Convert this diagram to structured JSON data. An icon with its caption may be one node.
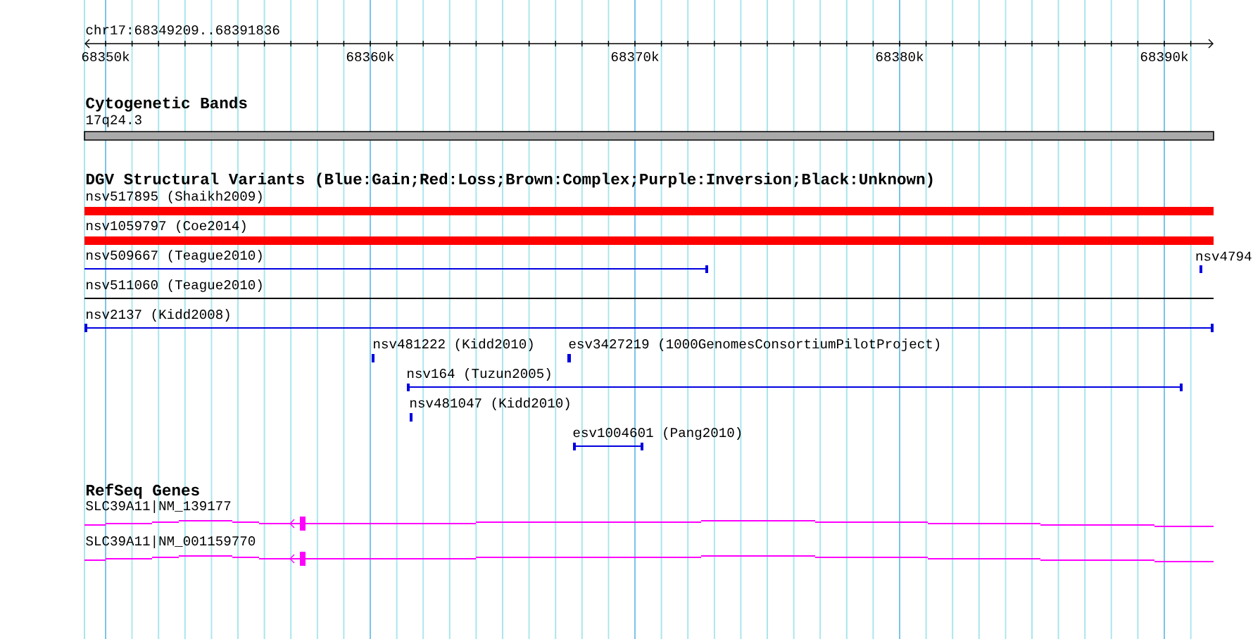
{
  "diagram": {
    "labels": [
      "chr17:68349209..68391836",
      "68350k",
      "68360k",
      "68370k",
      "68380k",
      "68390k",
      "Cytogenetic Bands",
      "17q24.3",
      "DGV Structural Variants (Blue:Gain;Red:Loss;Brown:Complex;Purple:Inversion;Black:Unknown)",
      "nsv517895 (Shaikh2009)",
      "nsv1059797 (Coe2014)",
      "nsv509667 (Teague2010)",
      "nsv4794",
      "nsv511060 (Teague2010)",
      "nsv2137 (Kidd2008)",
      "nsv481222 (Kidd2010)",
      "esv3427219 (1000GenomesConsortiumPilotProject)",
      "nsv164 (Tuzun2005)",
      "nsv481047 (Kidd2010)",
      "esv1004601 (Pang2010)",
      "RefSeq Genes",
      "SLC39A11|NM_139177",
      "SLC39A11|NM_001159770"
    ]
  }
}
